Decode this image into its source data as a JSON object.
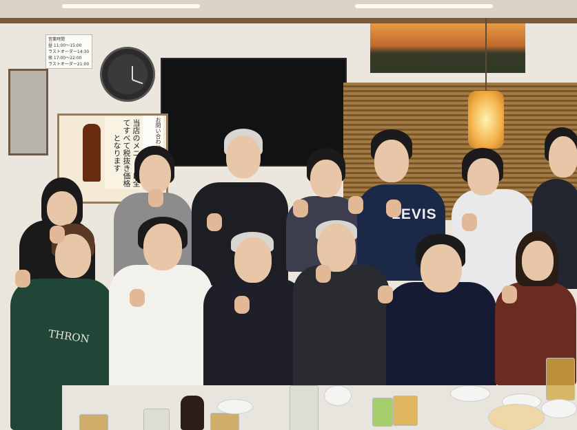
{
  "photo": {
    "hours_sign_lines": [
      "営業時間",
      "昼 11:00〜15:00",
      "ラストオーダー14:30",
      "夜 17:00〜22:00",
      "ラストオーダー21:00"
    ],
    "poster_text": "当店のメニューは全てすべて税抜き価格となります",
    "poster_small": "お問い合わせ",
    "sweater_text": "LEVIS",
    "sweater_text2": "THRON"
  }
}
